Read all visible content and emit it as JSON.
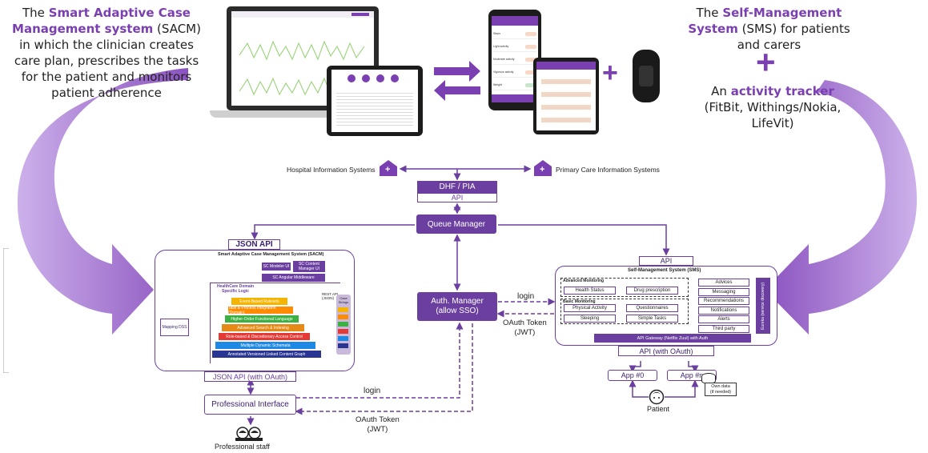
{
  "left_description": {
    "p1": "The ",
    "h1": "Smart Adaptive Case Management system",
    "p2": " (SACM) in which the clinician creates care plan, prescribes the tasks for the patient and monitors patient adherence"
  },
  "right_description": {
    "p1": "The ",
    "h1": "Self-Management",
    "h2": "System",
    "p2": " (SMS) for patients and carers",
    "plus": "+",
    "p3": "An ",
    "h3": "activity tracker",
    "p4": "(FitBit, Withings/Nokia, LifeVit)"
  },
  "devices": {
    "between_plus": "+",
    "phone_rows": [
      "Steps",
      "Light activity",
      "Moderate activity",
      "Vigorous activity",
      "Weight"
    ]
  },
  "top": {
    "his": "Hospital Information Systems",
    "pcis": "Primary Care Information Systems",
    "dhf": "DHF / PIA",
    "dhf_api": "API",
    "queue": "Queue Manager"
  },
  "sacm": {
    "json_api": "JSON API",
    "title": "Smart Adaptive Case Management System (SACM)",
    "modeler": "SC Modeler UI",
    "content": "SC Content Manager UI",
    "middleware": "SC Angular Middleware",
    "domain": "HealthCare Domain Specific Logic",
    "rest": "REST API (JSON)",
    "case_strings": "Case Strings",
    "mapping": "Mapping DSS",
    "layers": [
      "Event-Based Rulesets",
      "Task & Process Integration (Domain)",
      "Higher-Order Functional Language",
      "Advanced Search & Indexing",
      "Role-based & Discretionary Access Control",
      "Multiple Dynamic Schemata",
      "Annotated Versioned Linked Content Graph"
    ],
    "json_api_oauth": "JSON API (with OAuth)"
  },
  "auth": {
    "line1": "Auth. Manager",
    "line2": "(allow SSO)",
    "login_right": "login",
    "oauth_right_1": "OAuth Token",
    "oauth_right_2": "(JWT)",
    "login_bottom": "login",
    "oauth_bottom_1": "OAuth Token",
    "oauth_bottom_2": "(JWT)"
  },
  "professional": {
    "interface": "Professional Interface",
    "staff": "Professional staff"
  },
  "sms": {
    "api": "API",
    "title": "Self-Management System (SMS)",
    "advanced": "Advanced Monitoring",
    "health": "Health Status",
    "drug": "Drug prescription",
    "basic": "Basic Monitoring",
    "physical": "Physical Activity",
    "questionnaires": "Questionnaires",
    "sleeping": "Sleeping",
    "simple": "Simple Tasks",
    "services": [
      "Advices",
      "Messaging",
      "Recommendations",
      "Notifications",
      "Alerts",
      "Third party"
    ],
    "eureka": "Eureka (service discovery)",
    "gateway": "API Gateway (Netflix Zuul) with Auth",
    "api_oauth": "API (with OAuth)",
    "app0": "App #0",
    "appn": "App #n",
    "own_data_1": "Own data",
    "own_data_2": "(if needed)",
    "patient": "Patient"
  }
}
